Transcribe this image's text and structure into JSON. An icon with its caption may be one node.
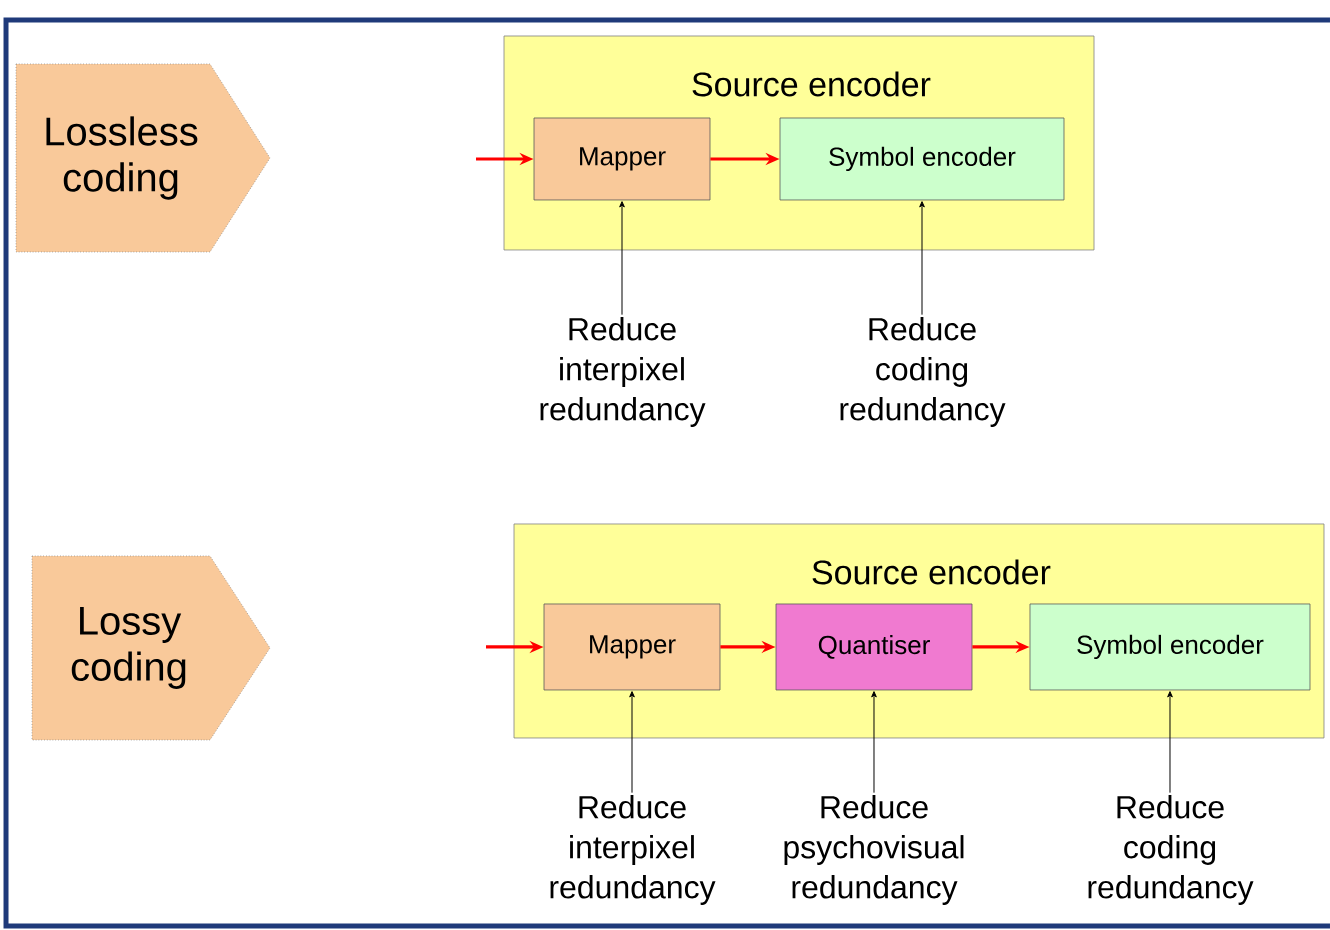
{
  "diagram": {
    "nodes": [
      {
        "text": [
          "Lossless coding"
        ]
      },
      {
        "text": [
          "Source encoder"
        ]
      },
      {
        "text": [
          "Mapper"
        ],
        "in": 1
      },
      {
        "text": [
          "Symbol encoder"
        ],
        "in": 1
      },
      {
        "text": [
          "Reduce interpixel redundancy"
        ]
      },
      {
        "text": [
          "Reduce coding redundancy"
        ]
      },
      {
        "text": [
          "Lossy coding"
        ]
      },
      {
        "text": [
          "Source encoder"
        ]
      },
      {
        "text": [
          "Mapper"
        ],
        "in": 7
      },
      {
        "text": [
          "Quantiser"
        ],
        "in": 7
      },
      {
        "text": [
          "Symbol encoder"
        ],
        "in": 7
      },
      {
        "text": [
          "Reduce interpixel redundancy"
        ]
      },
      {
        "text": [
          "Reduce psychovisual redundancy"
        ]
      },
      {
        "text": [
          "Reduce coding redundancy"
        ]
      }
    ],
    "edges": [
      {
        "from": null,
        "to": 2,
        "arrow": "to",
        "color": "#ff0000"
      },
      {
        "from": 2,
        "to": 3,
        "arrow": "to",
        "color": "#ff0000"
      },
      {
        "from": 4,
        "to": 2,
        "arrow": "to",
        "color": "#000000"
      },
      {
        "from": 5,
        "to": 3,
        "arrow": "to",
        "color": "#000000"
      },
      {
        "from": null,
        "to": 8,
        "arrow": "to",
        "color": "#ff0000"
      },
      {
        "from": 8,
        "to": 9,
        "arrow": "to",
        "color": "#ff0000"
      },
      {
        "from": 9,
        "to": 10,
        "arrow": "to",
        "color": "#ff0000"
      },
      {
        "from": 11,
        "to": 8,
        "arrow": "to",
        "color": "#000000"
      },
      {
        "from": 12,
        "to": 9,
        "arrow": "to",
        "color": "#000000"
      },
      {
        "from": 13,
        "to": 10,
        "arrow": "to",
        "color": "#000000"
      }
    ]
  }
}
